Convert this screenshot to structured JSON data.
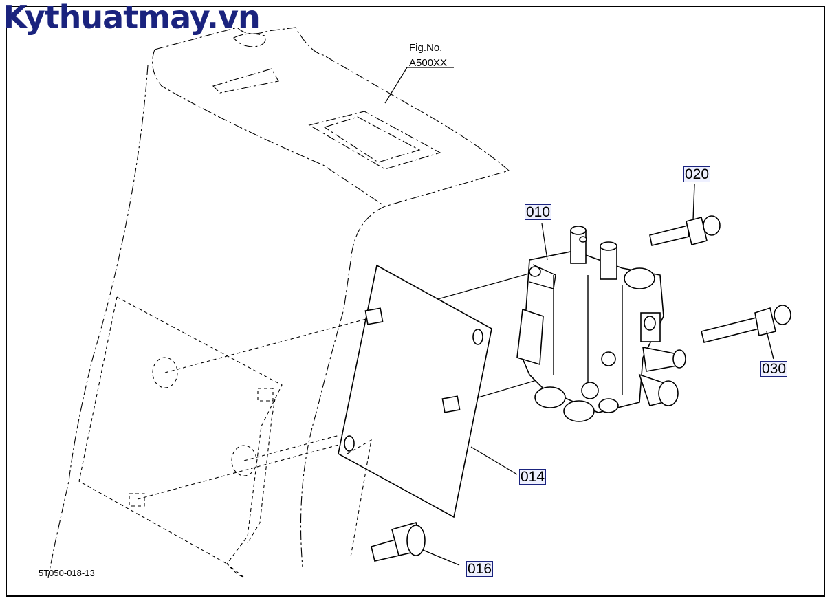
{
  "watermark": "Kythuatmay.vn",
  "figure": {
    "fig_no_label": "Fig.No.",
    "fig_no_value": "A500XX",
    "drawing_code": "5T050-018-13"
  },
  "parts": [
    {
      "id": "010"
    },
    {
      "id": "014"
    },
    {
      "id": "016"
    },
    {
      "id": "020"
    },
    {
      "id": "030"
    }
  ],
  "colors": {
    "watermark": "#1a237e",
    "label_highlight": "#eef0ff"
  }
}
